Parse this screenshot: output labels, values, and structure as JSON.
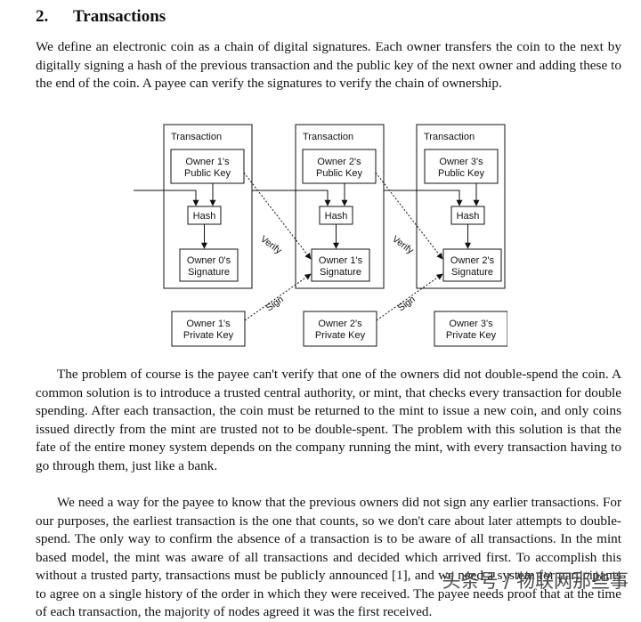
{
  "section": {
    "number": "2.",
    "title": "Transactions"
  },
  "paragraphs": [
    "We define an electronic coin as a chain of digital signatures. Each owner transfers the coin to the next by digitally signing a hash of the previous transaction and the public key of the next owner and adding these to the end of the coin. A payee can verify the signatures to verify the chain of ownership.",
    "The problem of course is the payee can't verify that one of the owners did not double-spend the coin. A common solution is to introduce a trusted central authority, or mint, that checks every transaction for double spending. After each transaction, the coin must be returned to the mint to issue a new coin, and only coins issued directly from the mint are trusted not to be double-spent. The problem with this solution is that the fate of the entire money system depends on the company running the mint, with every transaction having to go through them, just like a bank.",
    "We need a way for the payee to know that the previous owners did not sign any earlier transactions. For our purposes, the earliest transaction is the one that counts, so we don't care about later attempts to double-spend. The only way to confirm the absence of a transaction is to be aware of all transactions. In the mint based model, the mint was aware of all transactions and decided which arrived first. To accomplish this without a trusted party, transactions must be publicly announced [1], and we need a system for participants to agree on a single history of the order in which they were received. The payee needs proof that at the time of each transaction, the majority of nodes agreed it was the first received."
  ],
  "diagram": {
    "transactions": [
      {
        "title": "Transaction",
        "public_key": [
          "Owner 1's",
          "Public Key"
        ],
        "hash": "Hash",
        "signature": [
          "Owner 0's",
          "Signature"
        ],
        "private_key": [
          "Owner 1's",
          "Private Key"
        ]
      },
      {
        "title": "Transaction",
        "public_key": [
          "Owner 2's",
          "Public Key"
        ],
        "hash": "Hash",
        "signature": [
          "Owner 1's",
          "Signature"
        ],
        "private_key": [
          "Owner 2's",
          "Private Key"
        ]
      },
      {
        "title": "Transaction",
        "public_key": [
          "Owner 3's",
          "Public Key"
        ],
        "hash": "Hash",
        "signature": [
          "Owner 2's",
          "Signature"
        ],
        "private_key": [
          "Owner 3's",
          "Private Key"
        ]
      }
    ],
    "verify_label": "Verify",
    "sign_label": "Sign"
  },
  "watermark": "头条号 / 物联网那些事"
}
